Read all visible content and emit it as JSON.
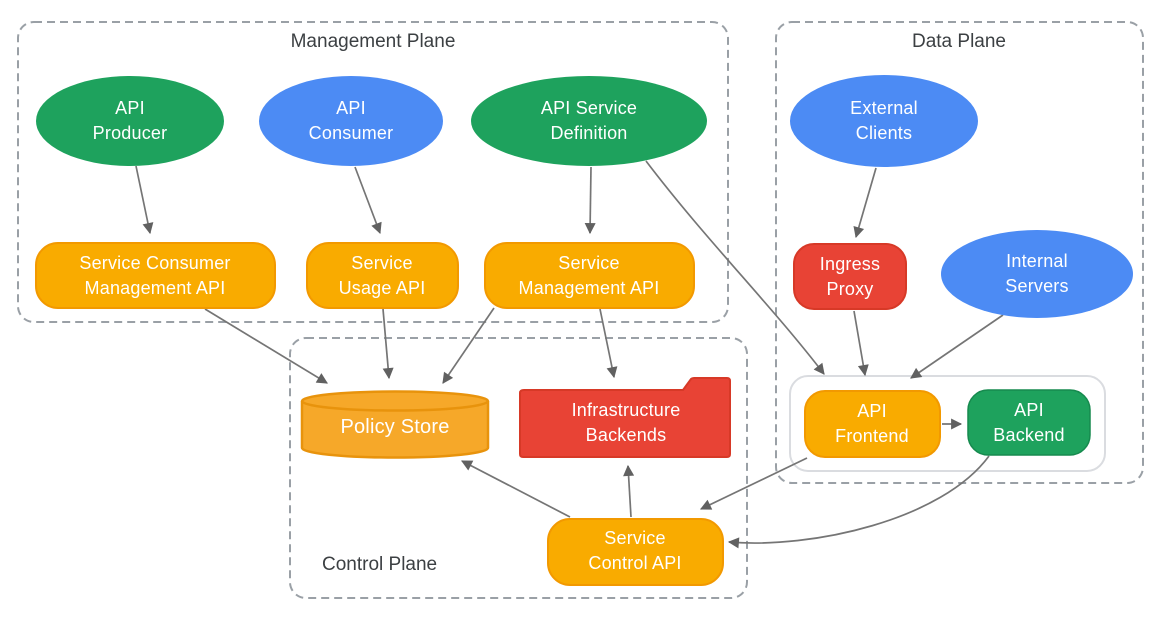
{
  "planes": {
    "management": {
      "label": "Management Plane"
    },
    "data": {
      "label": "Data Plane"
    },
    "control": {
      "label": "Control Plane"
    }
  },
  "nodes": {
    "api_producer": {
      "label": "API\nProducer",
      "shape": "ellipse"
    },
    "api_consumer": {
      "label": "API\nConsumer",
      "shape": "ellipse"
    },
    "api_service_definition": {
      "label": "API Service\nDefinition",
      "shape": "ellipse"
    },
    "service_consumer_management_api": {
      "label": "Service Consumer\nManagement API",
      "shape": "rounded-rect"
    },
    "service_usage_api": {
      "label": "Service\nUsage API",
      "shape": "rounded-rect"
    },
    "service_management_api": {
      "label": "Service\nManagement API",
      "shape": "rounded-rect"
    },
    "external_clients": {
      "label": "External\nClients",
      "shape": "ellipse"
    },
    "ingress_proxy": {
      "label": "Ingress\nProxy",
      "shape": "rounded-rect"
    },
    "internal_servers": {
      "label": "Internal\nServers",
      "shape": "ellipse"
    },
    "api_frontend": {
      "label": "API\nFrontend",
      "shape": "rounded-rect"
    },
    "api_backend": {
      "label": "API\nBackend",
      "shape": "rounded-rect"
    },
    "policy_store": {
      "label": "Policy Store",
      "shape": "cylinder"
    },
    "infrastructure_backends": {
      "label": "Infrastructure\nBackends",
      "shape": "folder"
    },
    "service_control_api": {
      "label": "Service\nControl API",
      "shape": "rounded-rect"
    }
  },
  "edges": [
    {
      "from": "API Producer",
      "to": "Service Consumer Management API"
    },
    {
      "from": "API Consumer",
      "to": "Service Usage API"
    },
    {
      "from": "API Service Definition",
      "to": "Service Management API"
    },
    {
      "from": "API Service Definition",
      "to": "API Frontend"
    },
    {
      "from": "Service Consumer Management API",
      "to": "Policy Store"
    },
    {
      "from": "Service Usage API",
      "to": "Policy Store"
    },
    {
      "from": "Service Management API",
      "to": "Policy Store"
    },
    {
      "from": "Service Management API",
      "to": "Infrastructure Backends"
    },
    {
      "from": "External Clients",
      "to": "Ingress Proxy"
    },
    {
      "from": "Ingress Proxy",
      "to": "API Frontend"
    },
    {
      "from": "Internal Servers",
      "to": "API Frontend"
    },
    {
      "from": "API Frontend",
      "to": "API Backend"
    },
    {
      "from": "API Frontend",
      "to": "Service Control API"
    },
    {
      "from": "API Backend",
      "to": "Service Control API"
    },
    {
      "from": "Service Control API",
      "to": "Infrastructure Backends"
    },
    {
      "from": "Service Control API",
      "to": "Policy Store"
    }
  ],
  "colors": {
    "green": "#1EA25D",
    "blue": "#4C8BF4",
    "orange": "#F9AB00",
    "orange_stroke": "#F29900",
    "cylinder_orange": "#F6A829",
    "cylinder_stroke": "#E8930C",
    "red": "#E84335",
    "red_stroke": "#D73927",
    "line_gray": "#757575",
    "arrow_gray": "#616161",
    "dash_gray": "#9AA0A6",
    "container_stroke": "#DADCE0",
    "title_gray": "#3C4043",
    "white": "#FFFFFF"
  }
}
